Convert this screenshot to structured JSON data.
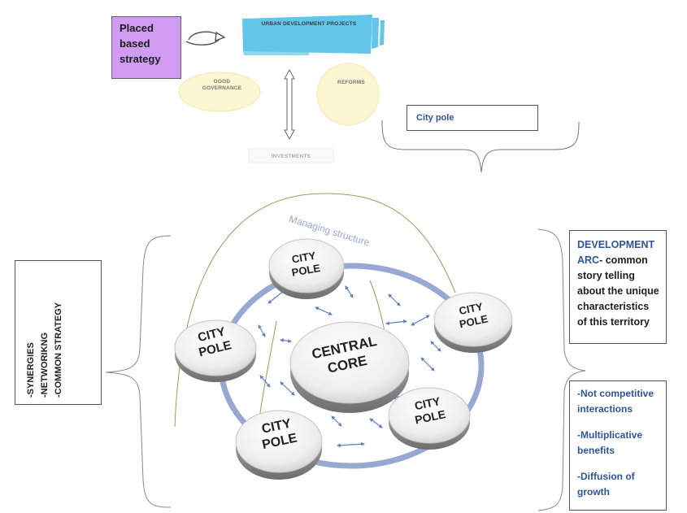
{
  "top": {
    "strategy_box": "Placed based strategy",
    "projects_banner": "URBAN DEVELOPMENT PROJECTS",
    "good_governance": "GOOD GOVERNANCE",
    "reforms": "REFORMS",
    "investments": "INVESTMENTS",
    "city_pole_label": "City pole"
  },
  "diagram": {
    "managing_structure": "Managing structure",
    "central_core": "CENTRAL CORE",
    "city_pole": "CITY POLE",
    "ring_color": "#98a8d2",
    "arrow_color": "#5f80b8",
    "arc_color": "#8aa35a",
    "disc_color": "#e9e9e9"
  },
  "left_box": {
    "items": [
      "-SYNERGIES",
      "-NETWORIKNG",
      "-COMMON STRATEGY"
    ]
  },
  "right_top": {
    "accent": "DEVELOPMENT ARC",
    "text": "- common story telling about the unique characteristics of this territory"
  },
  "right_bottom": {
    "items": [
      "-Not competitive interactions",
      "-Multiplicative benefits",
      "-Diffusion of growth"
    ]
  },
  "colors": {
    "purple": "#cf9cf2",
    "banner_blue": "#61c6ea",
    "text_blue": "#2f5597"
  }
}
